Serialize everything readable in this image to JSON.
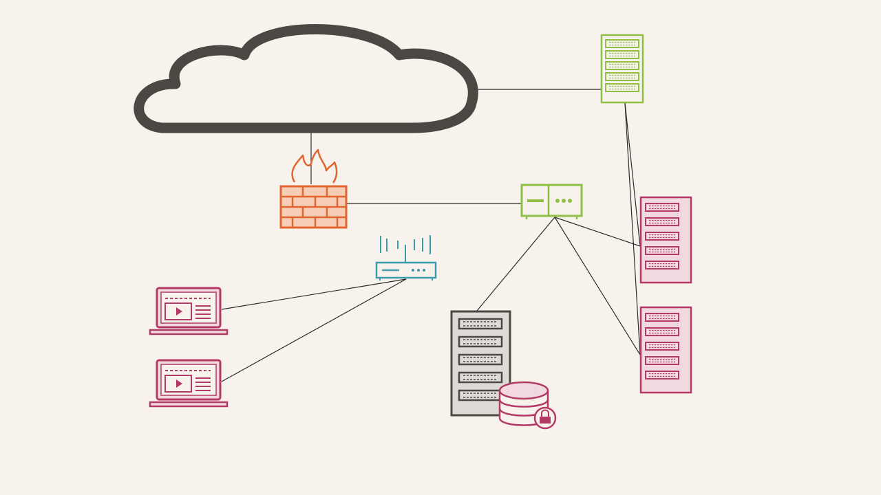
{
  "diagram": {
    "colors": {
      "background": "#f7f3ec",
      "cloud": "#4b4844",
      "links": "#2b2b2b",
      "firewall": "#e0652e",
      "firewall_fill": "#f7cdb6",
      "web_server": "#8fbf44",
      "switch": "#8fbf44",
      "router": "#3a9bab",
      "app_servers": "#b23a64",
      "app_server_fill": "#f1d9df",
      "clients": "#b23a64",
      "database_server": "#4b4844",
      "database": "#b23a64"
    },
    "nodes": [
      {
        "id": "internet-cloud",
        "icon": "cloud-icon"
      },
      {
        "id": "web-server",
        "icon": "server-rack-icon"
      },
      {
        "id": "firewall",
        "icon": "firewall-icon"
      },
      {
        "id": "core-switch",
        "icon": "switch-icon"
      },
      {
        "id": "wifi-router",
        "icon": "wifi-router-icon"
      },
      {
        "id": "app-server-1",
        "icon": "server-rack-icon"
      },
      {
        "id": "app-server-2",
        "icon": "server-rack-icon"
      },
      {
        "id": "client-laptop-1",
        "icon": "laptop-icon"
      },
      {
        "id": "client-laptop-2",
        "icon": "laptop-icon"
      },
      {
        "id": "database-server",
        "icon": "server-rack-icon"
      },
      {
        "id": "encrypted-database",
        "icon": "database-lock-icon"
      }
    ],
    "links": [
      [
        "internet-cloud",
        "web-server"
      ],
      [
        "internet-cloud",
        "firewall"
      ],
      [
        "firewall",
        "core-switch"
      ],
      [
        "web-server",
        "app-server-1"
      ],
      [
        "web-server",
        "app-server-2"
      ],
      [
        "core-switch",
        "app-server-1"
      ],
      [
        "core-switch",
        "app-server-2"
      ],
      [
        "core-switch",
        "database-server"
      ],
      [
        "wifi-router",
        "client-laptop-1"
      ],
      [
        "wifi-router",
        "client-laptop-2"
      ]
    ]
  }
}
